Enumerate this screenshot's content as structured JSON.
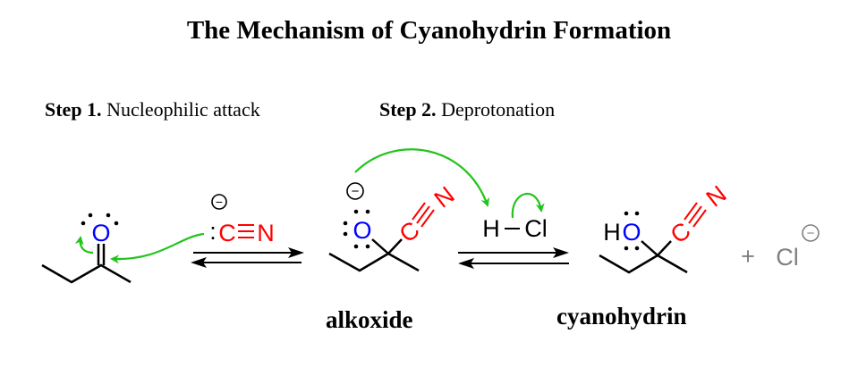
{
  "title": "The Mechanism of Cyanohydrin Formation",
  "steps": [
    {
      "number": "Step 1.",
      "name": "Nucleophilic attack"
    },
    {
      "number": "Step 2.",
      "name": "Deprotonation"
    }
  ],
  "species": {
    "ketone": {
      "oxygen": "O"
    },
    "cyanide": {
      "carbon": "C",
      "nitrogen": "N",
      "charge": "−",
      "lone_pair": ":"
    },
    "alkoxide": {
      "oxygen": "O",
      "carbon": "C",
      "nitrogen": "N",
      "charge": "−",
      "label": "alkoxide"
    },
    "hcl": {
      "hydrogen": "H",
      "chlorine": "Cl"
    },
    "cyanohydrin": {
      "hydrogen": "H",
      "oxygen": "O",
      "carbon": "C",
      "nitrogen": "N",
      "label": "cyanohydrin"
    },
    "chloride": {
      "plus": "+",
      "chlorine": "Cl",
      "charge": "−"
    }
  },
  "colors": {
    "oxygen": "#0000ff",
    "nitrile": "#ff0000",
    "arrow": "#22c41c",
    "bond": "#000000",
    "byproduct": "#808080"
  }
}
